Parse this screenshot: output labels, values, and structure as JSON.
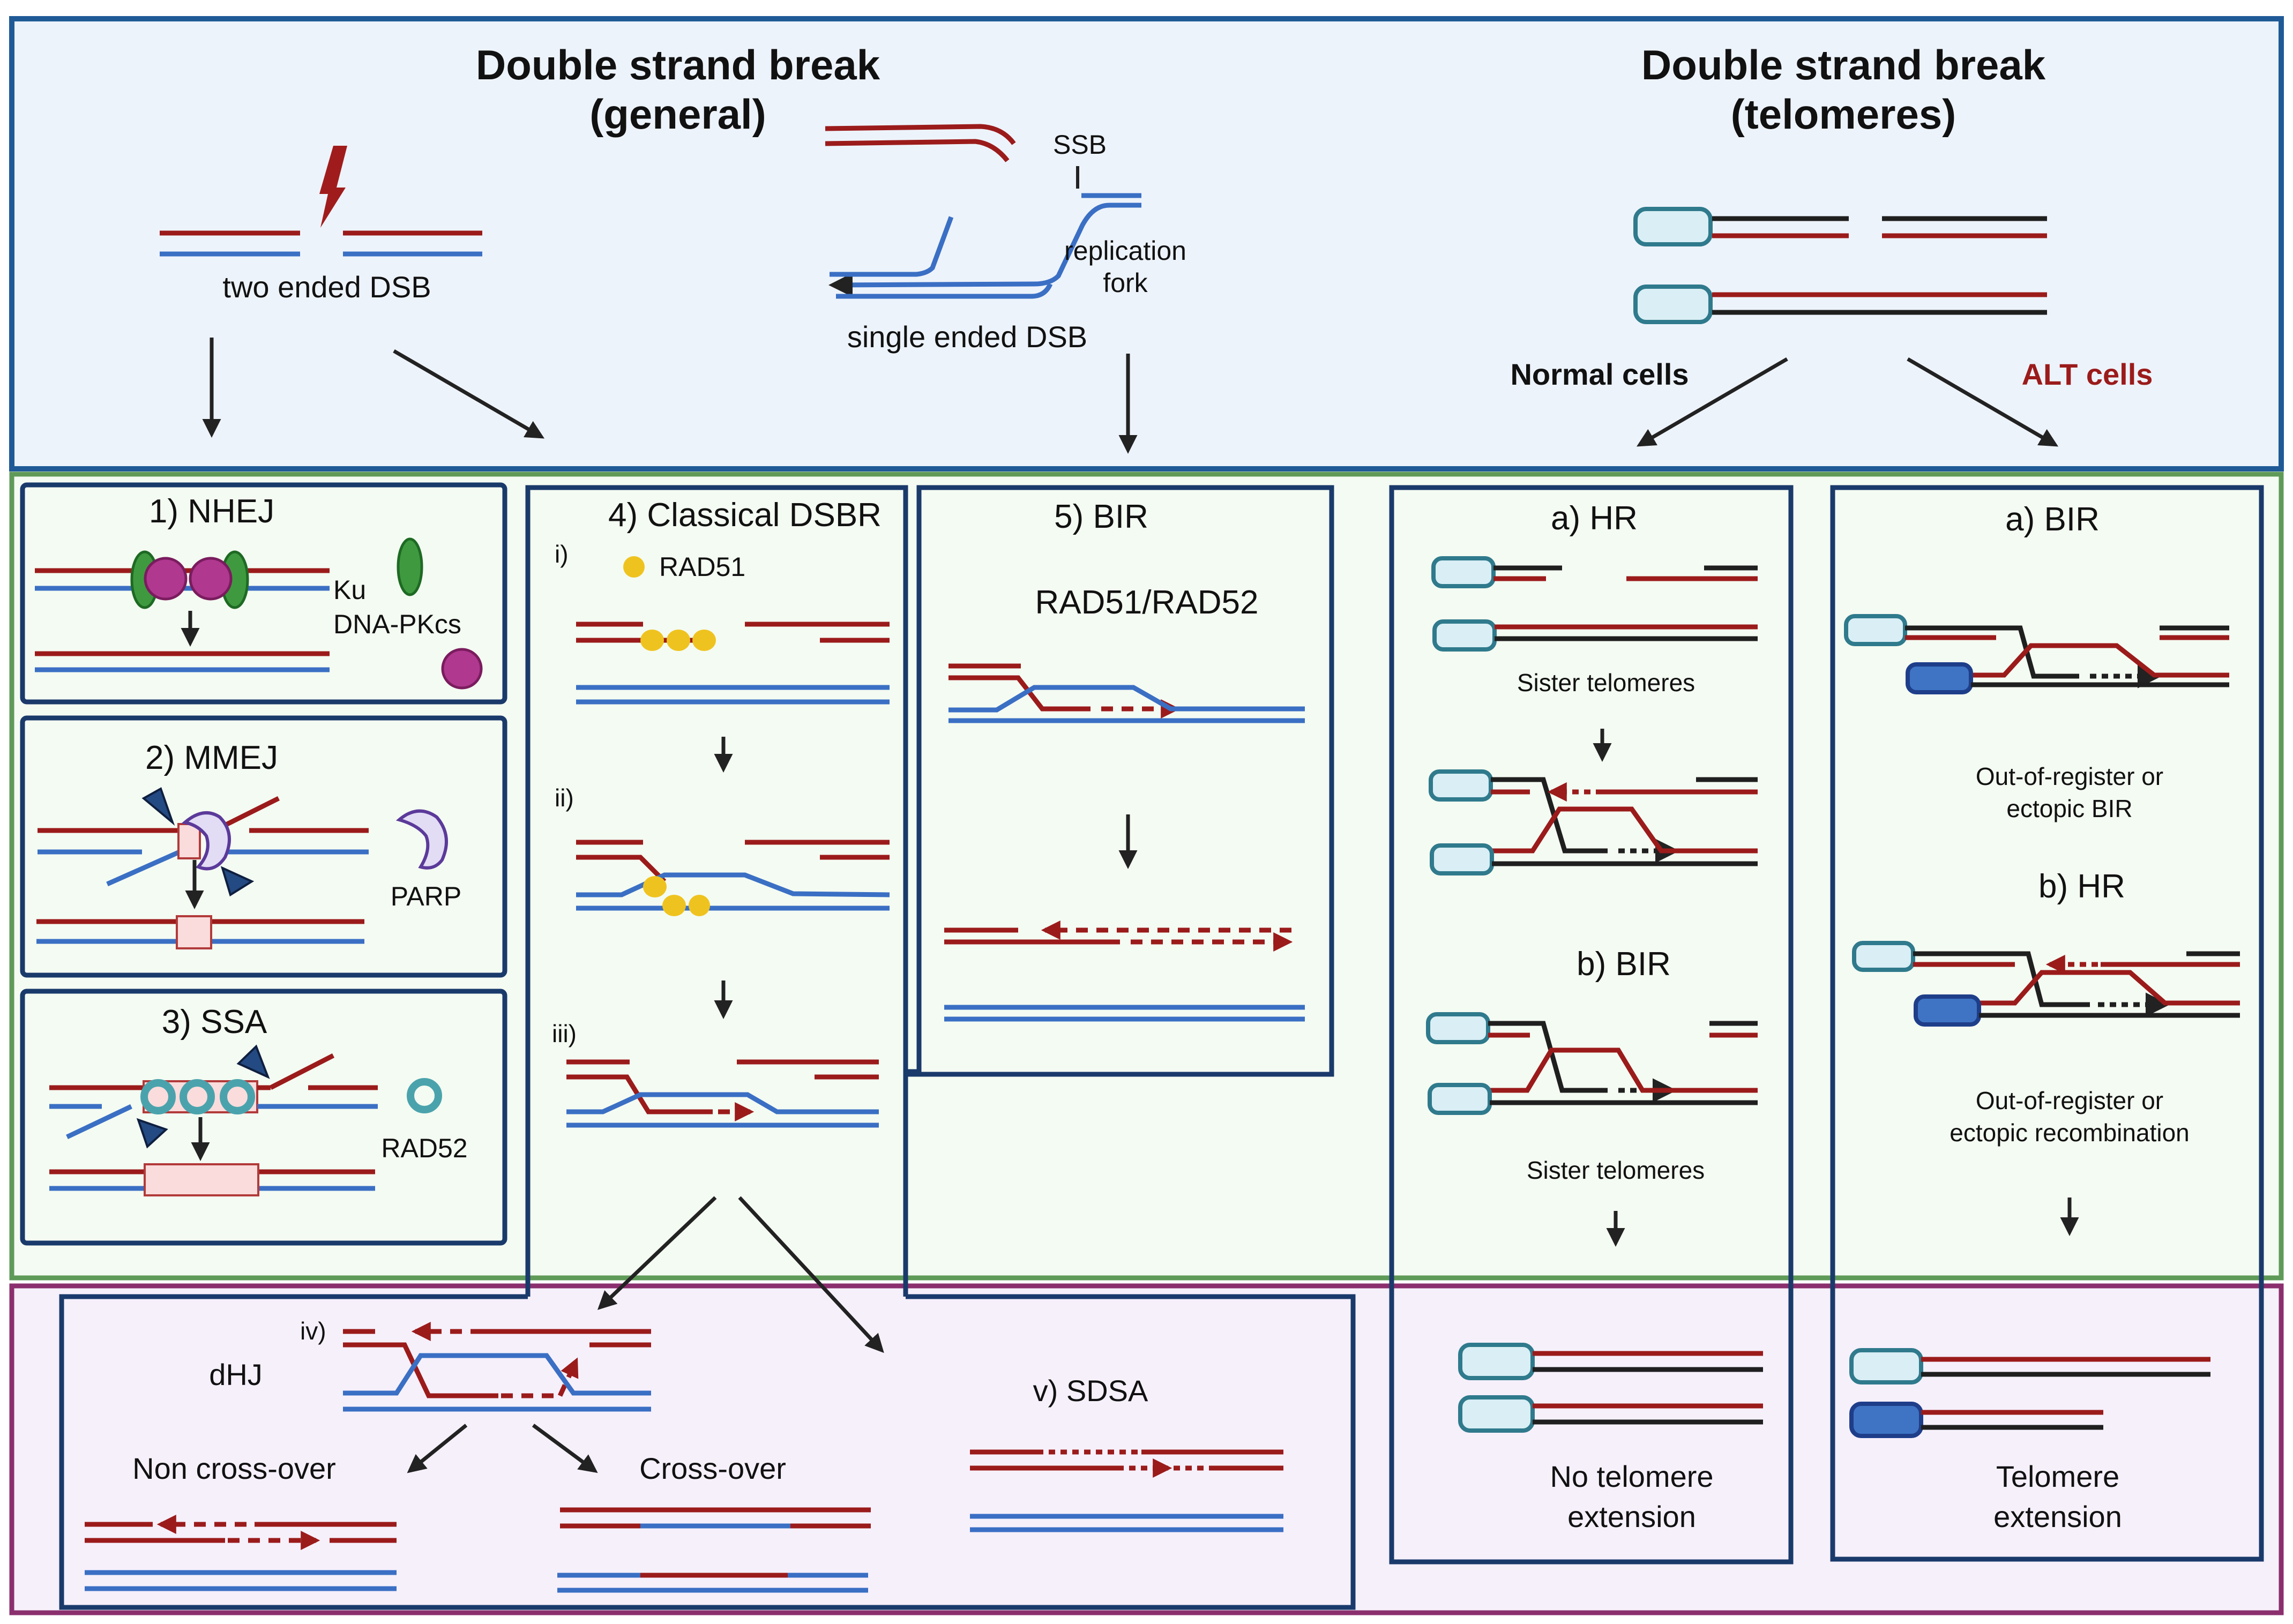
{
  "top": {
    "general_title_line1": "Double strand break",
    "general_title_line2": "(general)",
    "telomere_title_line1": "Double strand break",
    "telomere_title_line2": "(telomeres)",
    "two_ended": "two ended DSB",
    "single_ended": "single ended DSB",
    "ssb": "SSB",
    "fork_line1": "replication",
    "fork_line2": "fork",
    "normal_cells": "Normal cells",
    "alt_cells": "ALT cells"
  },
  "panels": {
    "nhej": {
      "title": "1) NHEJ",
      "ku": "Ku",
      "dnapkcs": "DNA-PKcs"
    },
    "mmej": {
      "title": "2) MMEJ",
      "parp": "PARP"
    },
    "ssa": {
      "title": "3) SSA",
      "rad52": "RAD52"
    },
    "dsbr": {
      "title": "4) Classical DSBR",
      "step_i": "i)",
      "step_ii": "ii)",
      "step_iii": "iii)",
      "step_iv": "iv)",
      "rad51": "RAD51",
      "dhj": "dHJ",
      "non_crossover": "Non cross-over",
      "crossover": "Cross-over",
      "sdsa": "v) SDSA"
    },
    "bir": {
      "title": "5) BIR",
      "proteins": "RAD51/RAD52"
    },
    "normal": {
      "hr_title": "a) HR",
      "bir_title": "b) BIR",
      "sister1": "Sister telomeres",
      "sister2": "Sister telomeres",
      "outcome_line1": "No telomere",
      "outcome_line2": "extension"
    },
    "alt": {
      "bir_title": "a) BIR",
      "hr_title": "b) HR",
      "bir_caption_line1": "Out-of-register or",
      "bir_caption_line2": "ectopic BIR",
      "hr_caption_line1": "Out-of-register or",
      "hr_caption_line2": "ectopic recombination",
      "outcome_line1": "Telomere",
      "outcome_line2": "extension"
    }
  },
  "colors": {
    "strand_red": "#9b1b1b",
    "strand_blue": "#3a6fc4",
    "top_bg": "#edf3fb",
    "mid_bg": "#f4fbf2",
    "bottom_bg": "#f6f0fb",
    "alt_red": "#9b1b1b"
  }
}
